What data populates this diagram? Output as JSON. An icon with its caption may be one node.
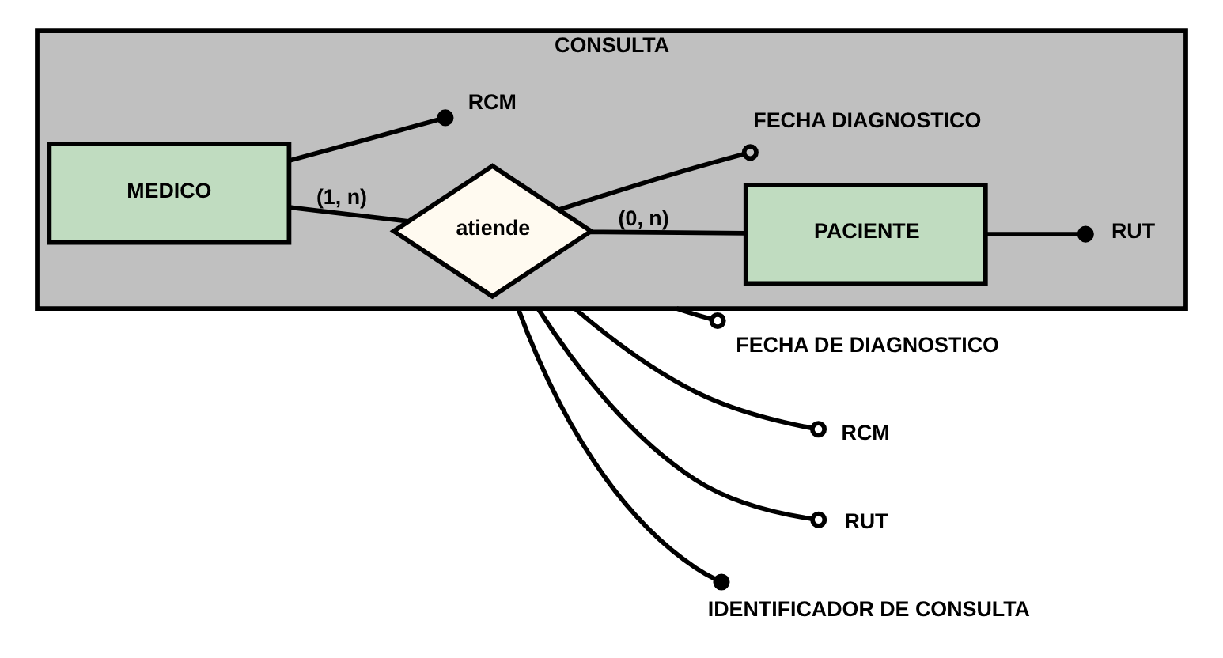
{
  "diagram": {
    "nodes": [
      {
        "text": [
          "CONSULTA"
        ]
      },
      {
        "text": [
          "MEDICO"
        ],
        "in": 0
      },
      {
        "text": [
          "atiende"
        ],
        "in": 0
      },
      {
        "text": [
          "PACIENTE"
        ],
        "in": 0
      },
      {
        "text": [
          "RCM"
        ],
        "in": 0
      },
      {
        "text": [
          "RUT"
        ],
        "in": 0
      },
      {
        "text": [
          "FECHA DIAGNOSTICO"
        ],
        "in": 0
      },
      {
        "text": [
          "FECHA DE DIAGNOSTICO"
        ]
      },
      {
        "text": [
          "RCM"
        ]
      },
      {
        "text": [
          "RUT"
        ]
      },
      {
        "text": [
          "IDENTIFICADOR DE CONSULTA"
        ]
      }
    ],
    "edges": [
      {
        "from": 1,
        "to": 4,
        "arrow": "other"
      },
      {
        "from": 3,
        "to": 5,
        "arrow": "other"
      },
      {
        "from": 1,
        "to": 2,
        "arrow": "none",
        "label": "(1, n)"
      },
      {
        "from": 2,
        "to": 3,
        "arrow": "none",
        "label": "(0, n)"
      },
      {
        "from": 2,
        "to": 6,
        "arrow": "other"
      },
      {
        "from": 0,
        "to": 7,
        "arrow": "other"
      },
      {
        "from": 0,
        "to": 8,
        "arrow": "other"
      },
      {
        "from": 0,
        "to": 9,
        "arrow": "other"
      },
      {
        "from": 0,
        "to": 10,
        "arrow": "other"
      }
    ]
  }
}
